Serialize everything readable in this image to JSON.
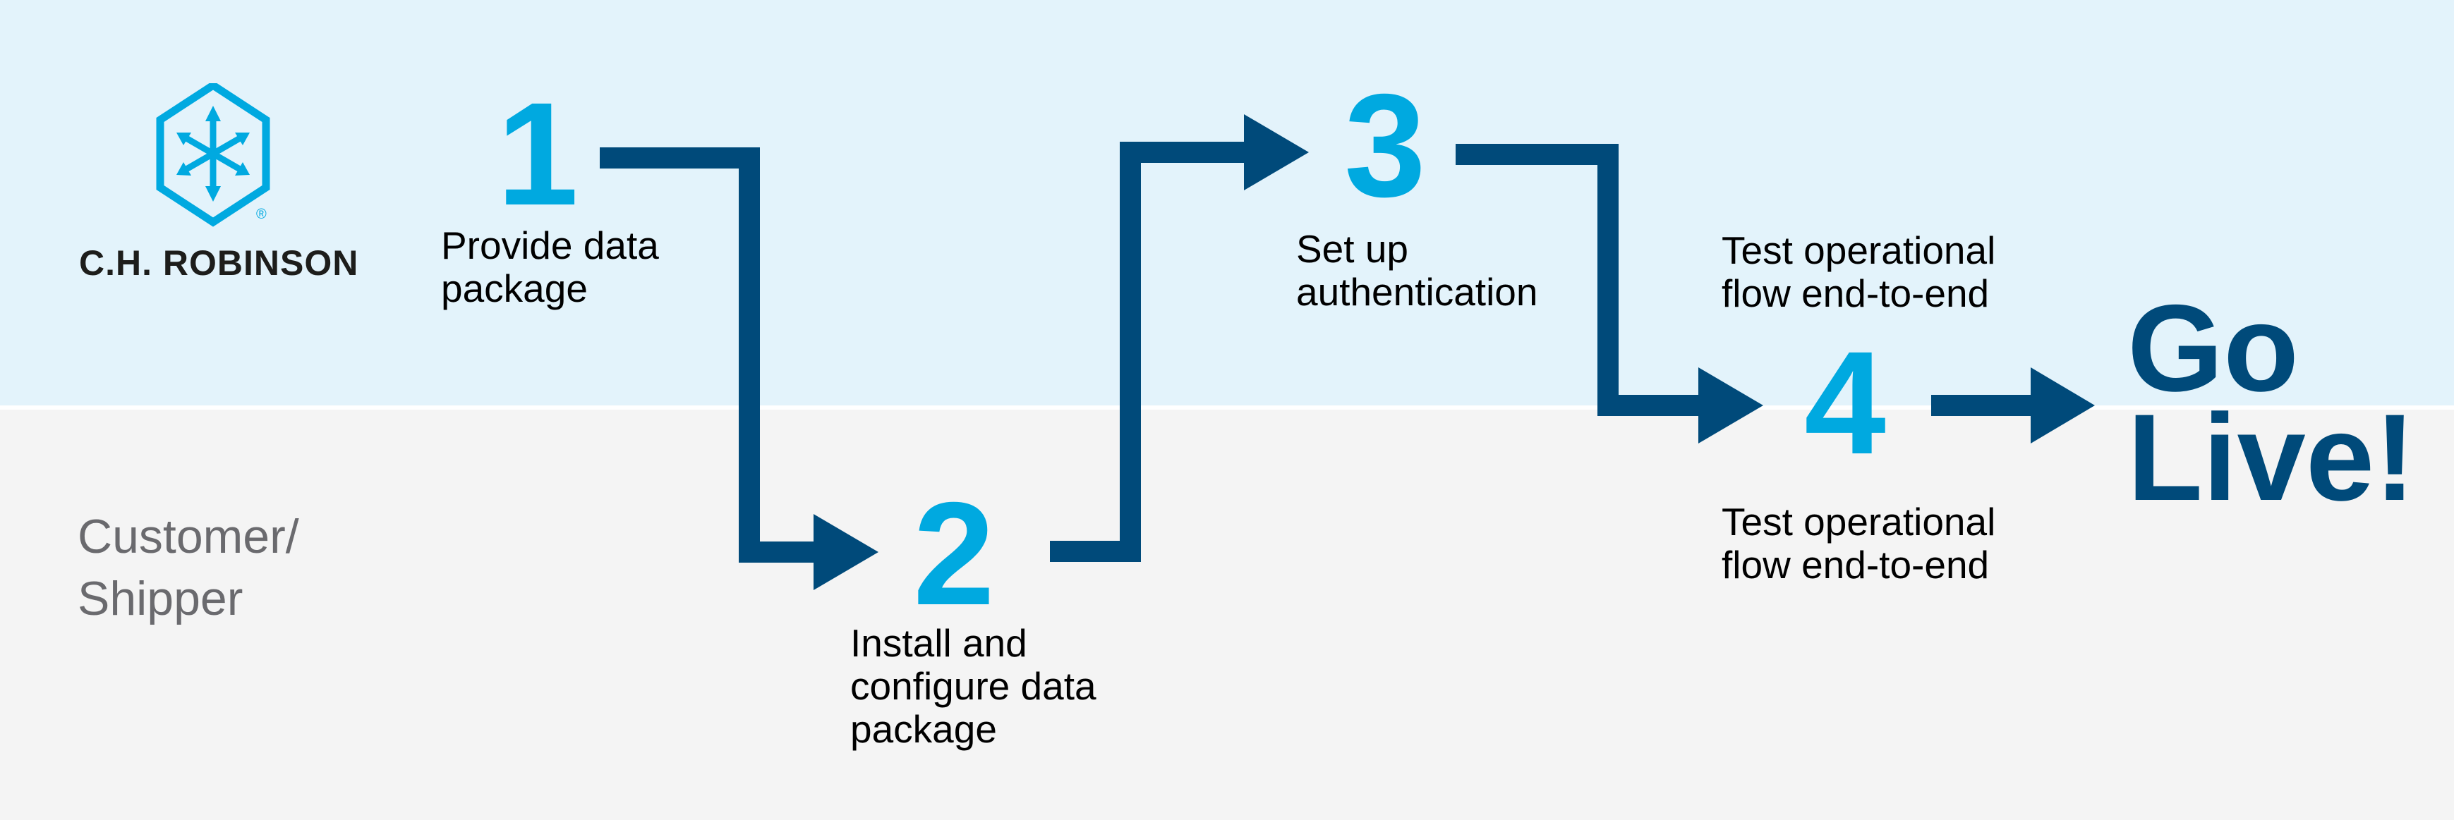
{
  "brand": {
    "name": "C.H. ROBINSON",
    "registered_mark": "®",
    "logo_icon": "chr-hexagon-arrows-logo"
  },
  "lanes": {
    "bottom_label_lines": [
      "Customer/",
      "Shipper"
    ]
  },
  "steps": [
    {
      "number": "1",
      "label_lines": [
        "Provide data",
        "package"
      ]
    },
    {
      "number": "2",
      "label_lines": [
        "Install and",
        "configure data",
        "package"
      ]
    },
    {
      "number": "3",
      "label_lines": [
        "Set up",
        "authentication"
      ]
    },
    {
      "number": "4",
      "label_above_lines": [
        "Test operational",
        "flow end-to-end"
      ],
      "label_below_lines": [
        "Test operational",
        "flow end-to-end"
      ]
    }
  ],
  "finish": {
    "lines": [
      "Go",
      "Live!"
    ]
  },
  "colors": {
    "navy": "#004A7A",
    "cyan": "#00A9E0",
    "bg_top": "#E3F3FB",
    "bg_bottom": "#F4F4F4",
    "label": "#000000",
    "lane_text": "#6A6A6E",
    "brand_text": "#1D1D1B"
  }
}
